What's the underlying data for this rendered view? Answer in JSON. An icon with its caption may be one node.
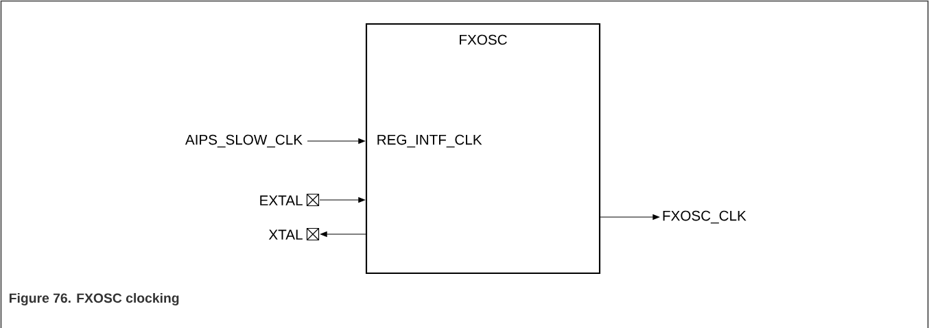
{
  "diagram": {
    "caption": "Figure 76.  FXOSC clocking",
    "nodes": [
      {
        "text": [
          "FXOSC"
        ]
      },
      {
        "text": [
          "AIPS_SLOW_CLK"
        ]
      },
      {
        "text": [
          "EXTAL"
        ]
      },
      {
        "text": [
          "XTAL"
        ]
      },
      {
        "text": [
          "FXOSC_CLK"
        ]
      }
    ],
    "edges": [
      {
        "from": 1,
        "to": 0,
        "arrow": "to"
      },
      {
        "from": 2,
        "to": 0,
        "arrow": "to"
      },
      {
        "from": 0,
        "to": 3,
        "arrow": "to"
      },
      {
        "from": 0,
        "to": 4,
        "arrow": "to"
      }
    ],
    "labels": [
      "REG_INTF_CLK"
    ]
  }
}
